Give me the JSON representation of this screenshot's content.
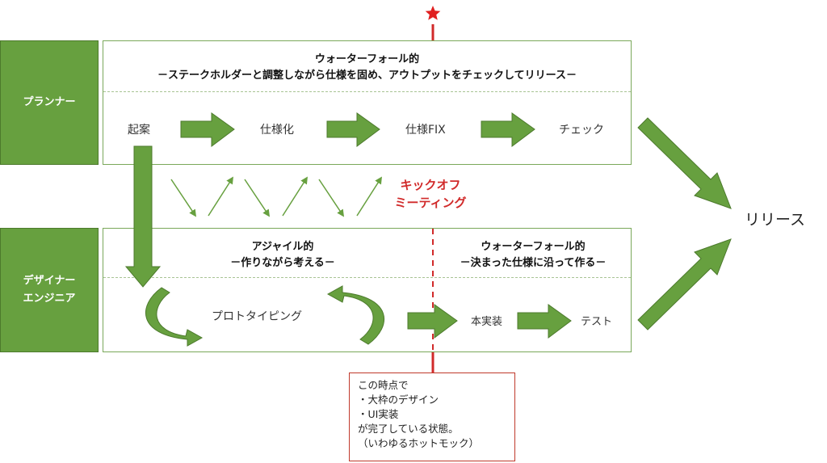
{
  "lanes": {
    "planner": {
      "label": "プランナー",
      "title": "ウォーターフォール的",
      "subtitle": "－ステークホルダーと調整しながら仕様を固め、アウトプットをチェックしてリリース－",
      "steps": [
        "起案",
        "仕様化",
        "仕様FIX",
        "チェック"
      ]
    },
    "designer": {
      "label_line1": "デザイナー",
      "label_line2": "エンジニア",
      "agile_title": "アジャイル的",
      "agile_subtitle": "－作りながら考える－",
      "waterfall_title": "ウォーターフォール的",
      "waterfall_subtitle": "－決まった仕様に沿って作る－",
      "prototyping": "プロトタイピング",
      "steps": [
        "本実装",
        "テスト"
      ]
    }
  },
  "kickoff": {
    "line1": "キックオフ",
    "line2": "ミーティング"
  },
  "release": "リリース",
  "note": {
    "lines": [
      "この時点で",
      "・大枠のデザイン",
      "・UI実装",
      "が完了している状態。",
      "（いわゆるホットモック）"
    ]
  },
  "colors": {
    "green": "#67a03f",
    "green_dark": "#4c7a2c",
    "red": "#d12a2a"
  }
}
